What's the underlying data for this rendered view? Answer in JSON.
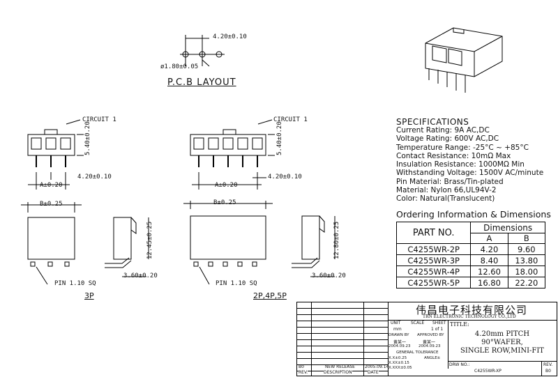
{
  "pcb": {
    "pitch": "4.20±0.10",
    "hole": "ø1.80±0.05",
    "title": "P.C.B  LAYOUT"
  },
  "left_view": {
    "circuit": "CIRCUIT 1",
    "height": "5.40±0.20",
    "pitch": "4.20±0.10",
    "a": "A±0.20",
    "b": "B±0.25",
    "height2": "12.45±0.25",
    "pin": "PIN 1.10 SQ",
    "offset": "3.60±0.20",
    "label": "3P"
  },
  "right_view": {
    "circuit": "CIRCUIT 1",
    "height": "5.40±0.20",
    "pitch": "4.20±0.10",
    "a": "A±0.20",
    "b": "B±0.25",
    "height2": "12.80±0.25",
    "pin": "PIN 1.10 SQ",
    "offset": "3.60±0.20",
    "label": "2P,4P,5P"
  },
  "specs": {
    "title": "SPECIFICATIONS",
    "lines": [
      "Current Rating: 9A AC,DC",
      "Voltage Rating: 600V AC,DC",
      "Temperature Range: -25°C ~ +85°C",
      "Contact Resistance: 10mΩ Max",
      "Insulation Resistance: 1000MΩ Min",
      "Withstanding Voltage: 1500V AC/minute",
      "Pin Material: Brass/Tin-plated",
      "Material: Nylon 66,UL94V-2",
      "Color: Natural(Translucent)"
    ]
  },
  "ordering": {
    "title": "Ordering Information & Dimensions",
    "part_header": "PART NO.",
    "dim_header": "Dimensions",
    "col_a": "A",
    "col_b": "B",
    "rows": [
      {
        "part": "C4255WR-2P",
        "a": "4.20",
        "b": "9.60"
      },
      {
        "part": "C4255WR-3P",
        "a": "8.40",
        "b": "13.80"
      },
      {
        "part": "C4255WR-4P",
        "a": "12.60",
        "b": "18.00"
      },
      {
        "part": "C4255WR-5P",
        "a": "16.80",
        "b": "22.20"
      }
    ]
  },
  "title_block": {
    "company_cn": "伟昌电子科技有限公司",
    "company_en": "TRN ELECTRONIC TECHNOLOGY CO.,LTD",
    "unit": "UNIT",
    "unit_val": "mm",
    "scale": "SCALE",
    "sheet": "SHEET",
    "sheet_val": "1 of 1",
    "title_label": "TITLE:",
    "title_lines": [
      "4.20mm PITCH",
      "90°WAFER,",
      "SINGLE ROW,MINI-FIT"
    ],
    "drawn_by": "DRAWN BY",
    "approved_by": "APPROVED BY",
    "drawn_name": "黄某一",
    "approved_name": "黄某一",
    "drawn_date": "2004.09.23",
    "approved_date": "2004.09.23",
    "tolerance": "GENERAL TOLERANCE",
    "tol1": "X.X±0.25",
    "tol2": "X.XX±0.15",
    "tol3": "X.XXX±0.05",
    "angle": "ANGLE±",
    "rev_row": {
      "rev": "B0",
      "desc": "NEW RELEASE",
      "date": "2005.09.14"
    },
    "rev_hdr": {
      "rev": "REV.",
      "desc": "DESCRIPTION",
      "date": "DATE"
    },
    "drw_no": "DRW NO.:",
    "drw_val": "C4255WR-XP",
    "rev_label": "REV.",
    "rev_val": "B0"
  }
}
